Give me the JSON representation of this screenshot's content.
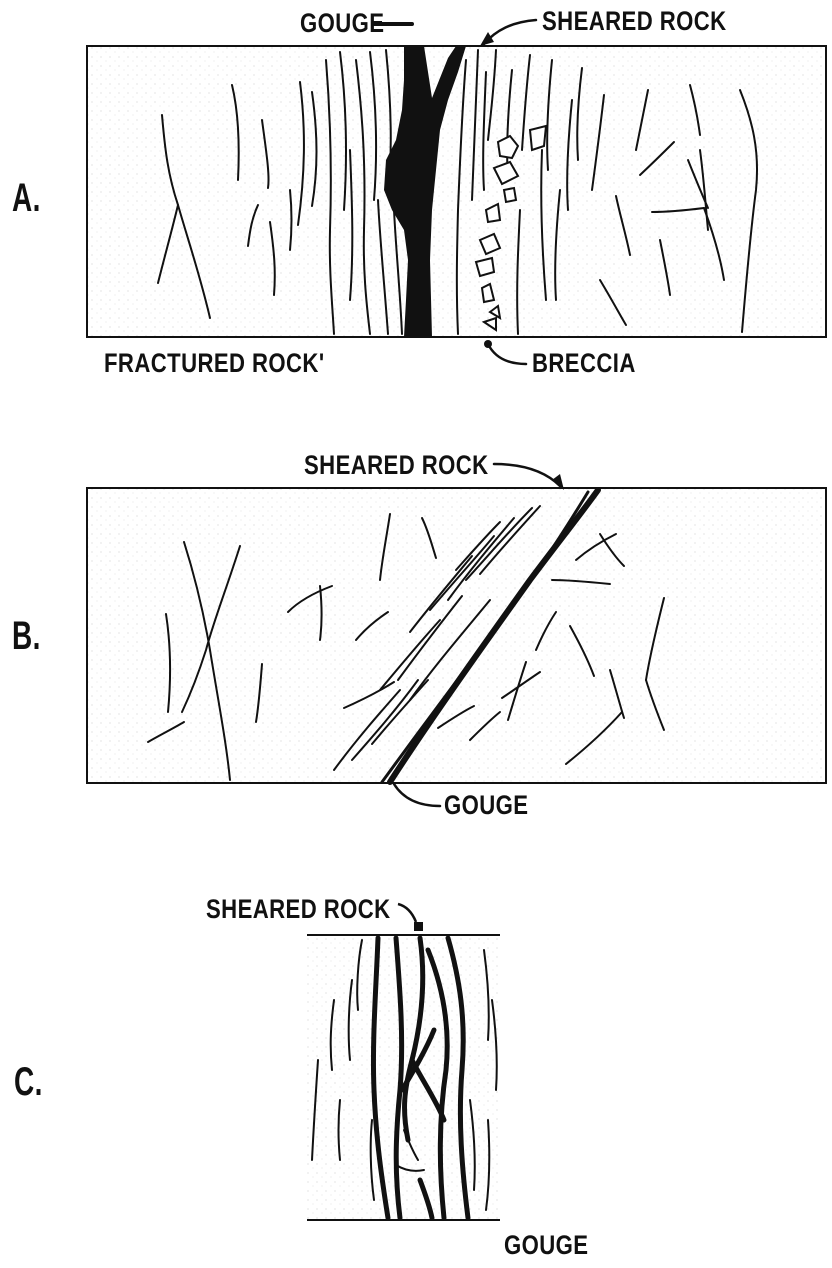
{
  "panels": [
    {
      "id": "A",
      "letter": "A.",
      "labels": {
        "gouge": "GOUGE",
        "sheared_rock": "SHEARED ROCK",
        "fractured_rock": "FRACTURED ROCK'",
        "breccia": "BRECCIA"
      }
    },
    {
      "id": "B",
      "letter": "B.",
      "labels": {
        "sheared_rock": "SHEARED ROCK",
        "gouge": "GOUGE"
      }
    },
    {
      "id": "C",
      "letter": "C.",
      "labels": {
        "sheared_rock": "SHEARED ROCK",
        "gouge": "GOUGE"
      }
    }
  ],
  "colors": {
    "ink": "#111111",
    "paper": "#ffffff",
    "speckle": "#d9d9d9"
  }
}
